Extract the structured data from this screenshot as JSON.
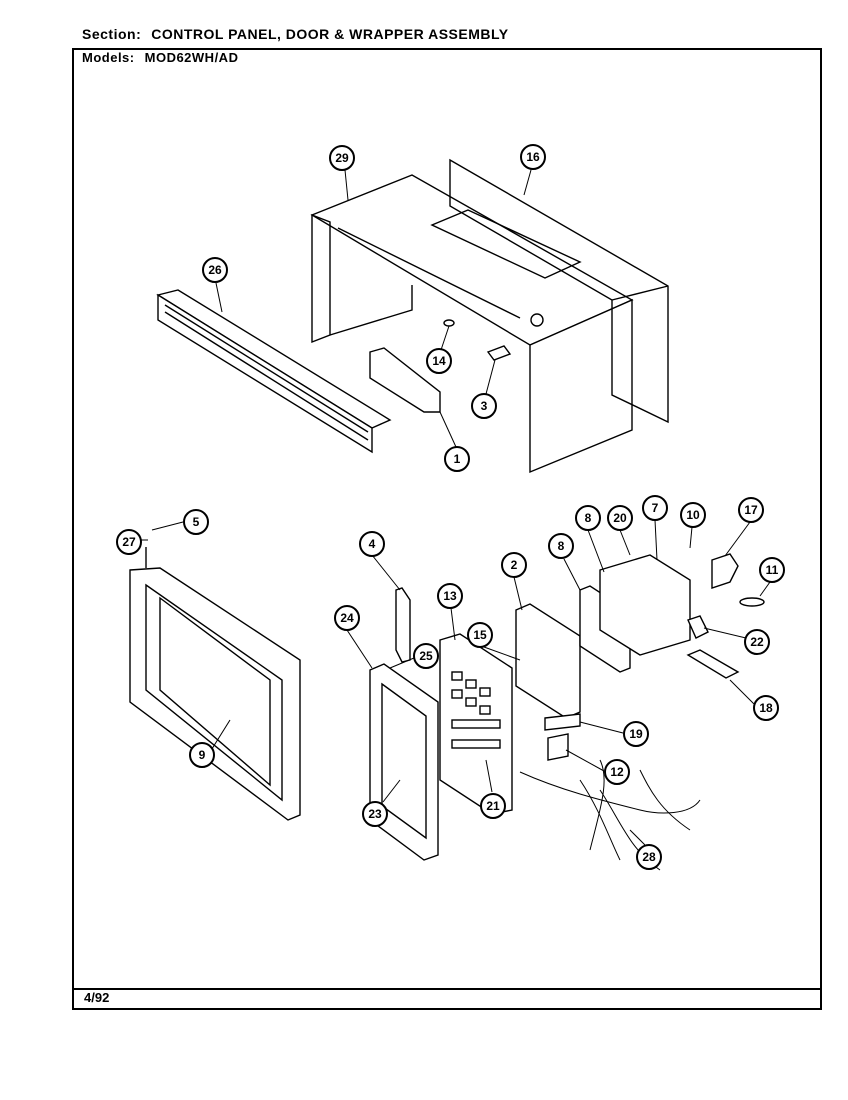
{
  "header": {
    "section_label": "Section:",
    "section_value": "CONTROL PANEL, DOOR & WRAPPER ASSEMBLY",
    "models_label": "Models:",
    "models_value": "MOD62WH/AD"
  },
  "footer": {
    "date_code": "4/92"
  },
  "callouts": [
    {
      "id": "29",
      "label": "29"
    },
    {
      "id": "16a",
      "label": "16"
    },
    {
      "id": "26",
      "label": "26"
    },
    {
      "id": "14",
      "label": "14"
    },
    {
      "id": "3",
      "label": "3"
    },
    {
      "id": "1",
      "label": "1"
    },
    {
      "id": "5",
      "label": "5"
    },
    {
      "id": "27",
      "label": "27"
    },
    {
      "id": "4",
      "label": "4"
    },
    {
      "id": "2",
      "label": "2"
    },
    {
      "id": "8a",
      "label": "8"
    },
    {
      "id": "20",
      "label": "20"
    },
    {
      "id": "7",
      "label": "7"
    },
    {
      "id": "10",
      "label": "10"
    },
    {
      "id": "17",
      "label": "17"
    },
    {
      "id": "8b",
      "label": "8"
    },
    {
      "id": "11",
      "label": "11"
    },
    {
      "id": "13",
      "label": "13"
    },
    {
      "id": "24",
      "label": "24"
    },
    {
      "id": "15",
      "label": "15"
    },
    {
      "id": "25",
      "label": "25"
    },
    {
      "id": "22",
      "label": "22"
    },
    {
      "id": "18",
      "label": "18"
    },
    {
      "id": "19",
      "label": "19"
    },
    {
      "id": "9",
      "label": "9"
    },
    {
      "id": "12",
      "label": "12"
    },
    {
      "id": "23",
      "label": "23"
    },
    {
      "id": "21",
      "label": "21"
    },
    {
      "id": "28",
      "label": "28"
    }
  ]
}
